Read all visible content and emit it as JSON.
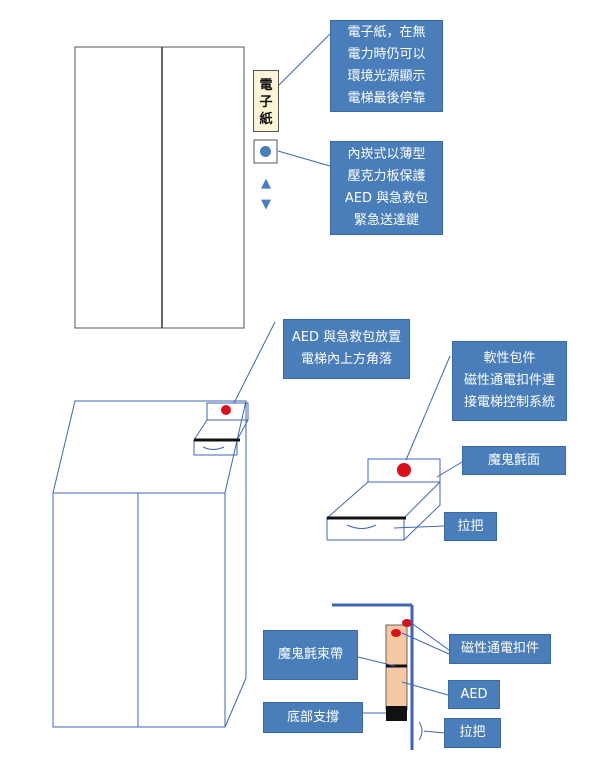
{
  "colors": {
    "line": "#3f66b6",
    "callout_fill": "#4a7ebb",
    "red_button": "#d9101a",
    "call_button": "#4a7ebb",
    "aed_fill": "#f3c8a3"
  },
  "epaper_label": {
    "chars": [
      "電",
      "子",
      "紙"
    ]
  },
  "elevator_buttons": {
    "up": "▲",
    "down": "▼"
  },
  "callouts": {
    "epaper": [
      "電子紙，在無",
      "電力時仍可以",
      "環境光源顯示",
      "電梯最後停靠"
    ],
    "button": [
      "內崁式以薄型",
      "壓克力板保護",
      "AED 與急救包",
      "緊急送達鍵"
    ],
    "aed_location": [
      "AED 與急救包放置",
      "電梯內上方角落"
    ],
    "soft_case": [
      "軟性包件",
      "磁性通電扣件連",
      "接電梯控制系統"
    ],
    "velcro_surface": [
      "魔鬼氈面"
    ],
    "handle_mid": [
      "拉把"
    ],
    "velcro_strap": [
      "魔鬼氈束帶"
    ],
    "magnetic_clasp": [
      "磁性通電扣件"
    ],
    "aed": [
      "AED"
    ],
    "bottom_support": [
      "底部支撐"
    ],
    "handle_bottom": [
      "拉把"
    ]
  }
}
